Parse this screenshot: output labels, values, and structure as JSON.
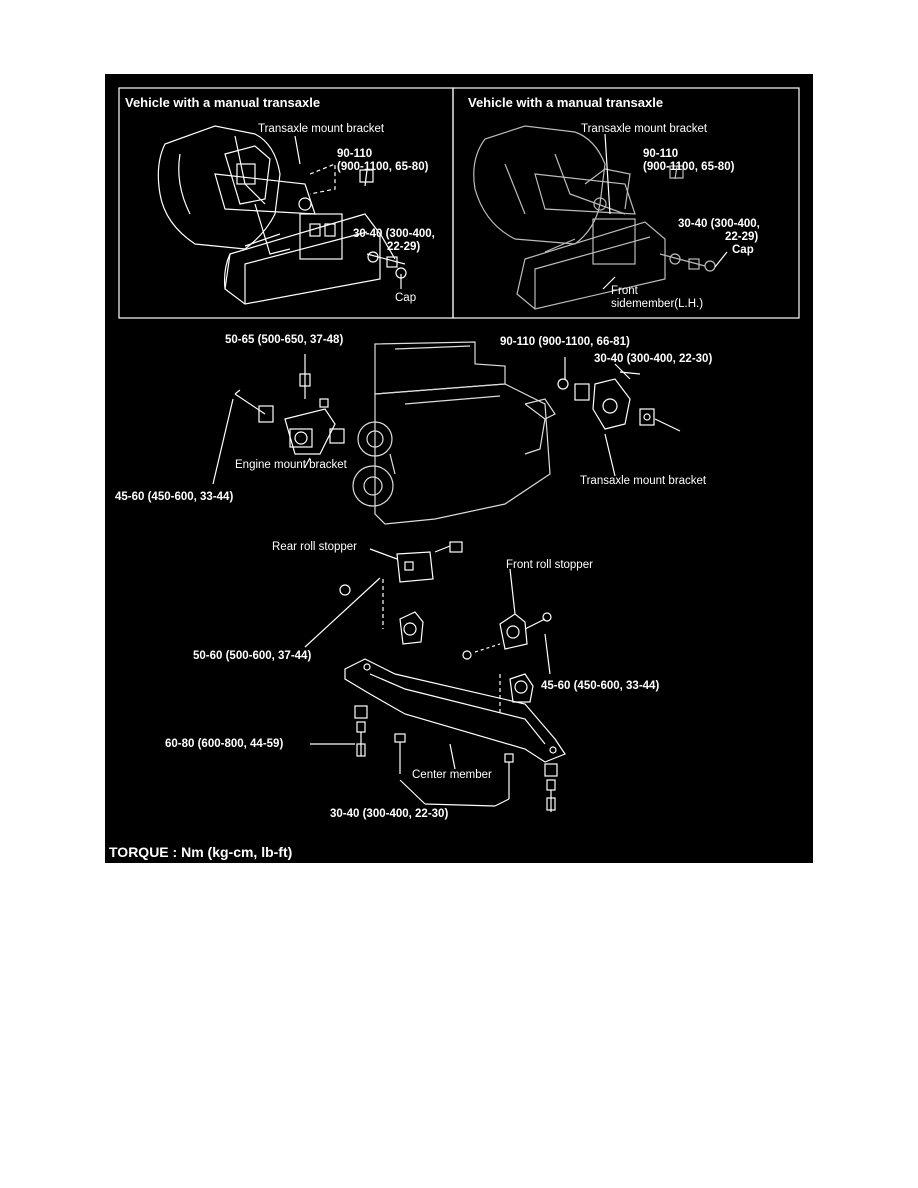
{
  "figure": {
    "panel_left": {
      "header": "Vehicle with a manual transaxle",
      "labels": {
        "bracket": "Transaxle mount bracket",
        "torque_a1": "90-110",
        "torque_a2": "(900-1100, 65-80)",
        "torque_b1": "30-40 (300-400,",
        "torque_b2": "22-29)",
        "cap": "Cap"
      }
    },
    "panel_right": {
      "header": "Vehicle with a manual transaxle",
      "labels": {
        "bracket": "Transaxle mount bracket",
        "torque_a1": "90-110",
        "torque_a2": "(900-1100, 65-80)",
        "torque_b1": "30-40 (300-400,",
        "torque_b2": "22-29)",
        "cap": "Cap",
        "front1": "Front",
        "front2": "sidemember(L.H.)"
      }
    },
    "engine": {
      "t_top_left": "50-65 (500-650, 37-48)",
      "t_top_right": "90-110 (900-1100, 66-81)",
      "t_right2": "30-40 (300-400, 22-30)",
      "engine_mount": "Engine mount bracket",
      "t_left": "45-60 (450-600, 33-44)",
      "transaxle_mount": "Transaxle mount bracket"
    },
    "lower": {
      "rear_roll": "Rear roll stopper",
      "front_roll": "Front roll stopper",
      "t_50_60": "50-60 (500-600, 37-44)",
      "t_45_60": "45-60 (450-600, 33-44)",
      "t_60_80": "60-80 (600-800, 44-59)",
      "center_member": "Center member",
      "t_30_40": "30-40 (300-400, 22-30)"
    },
    "footer": "TORQUE : Nm (kg-cm, lb-ft)"
  }
}
